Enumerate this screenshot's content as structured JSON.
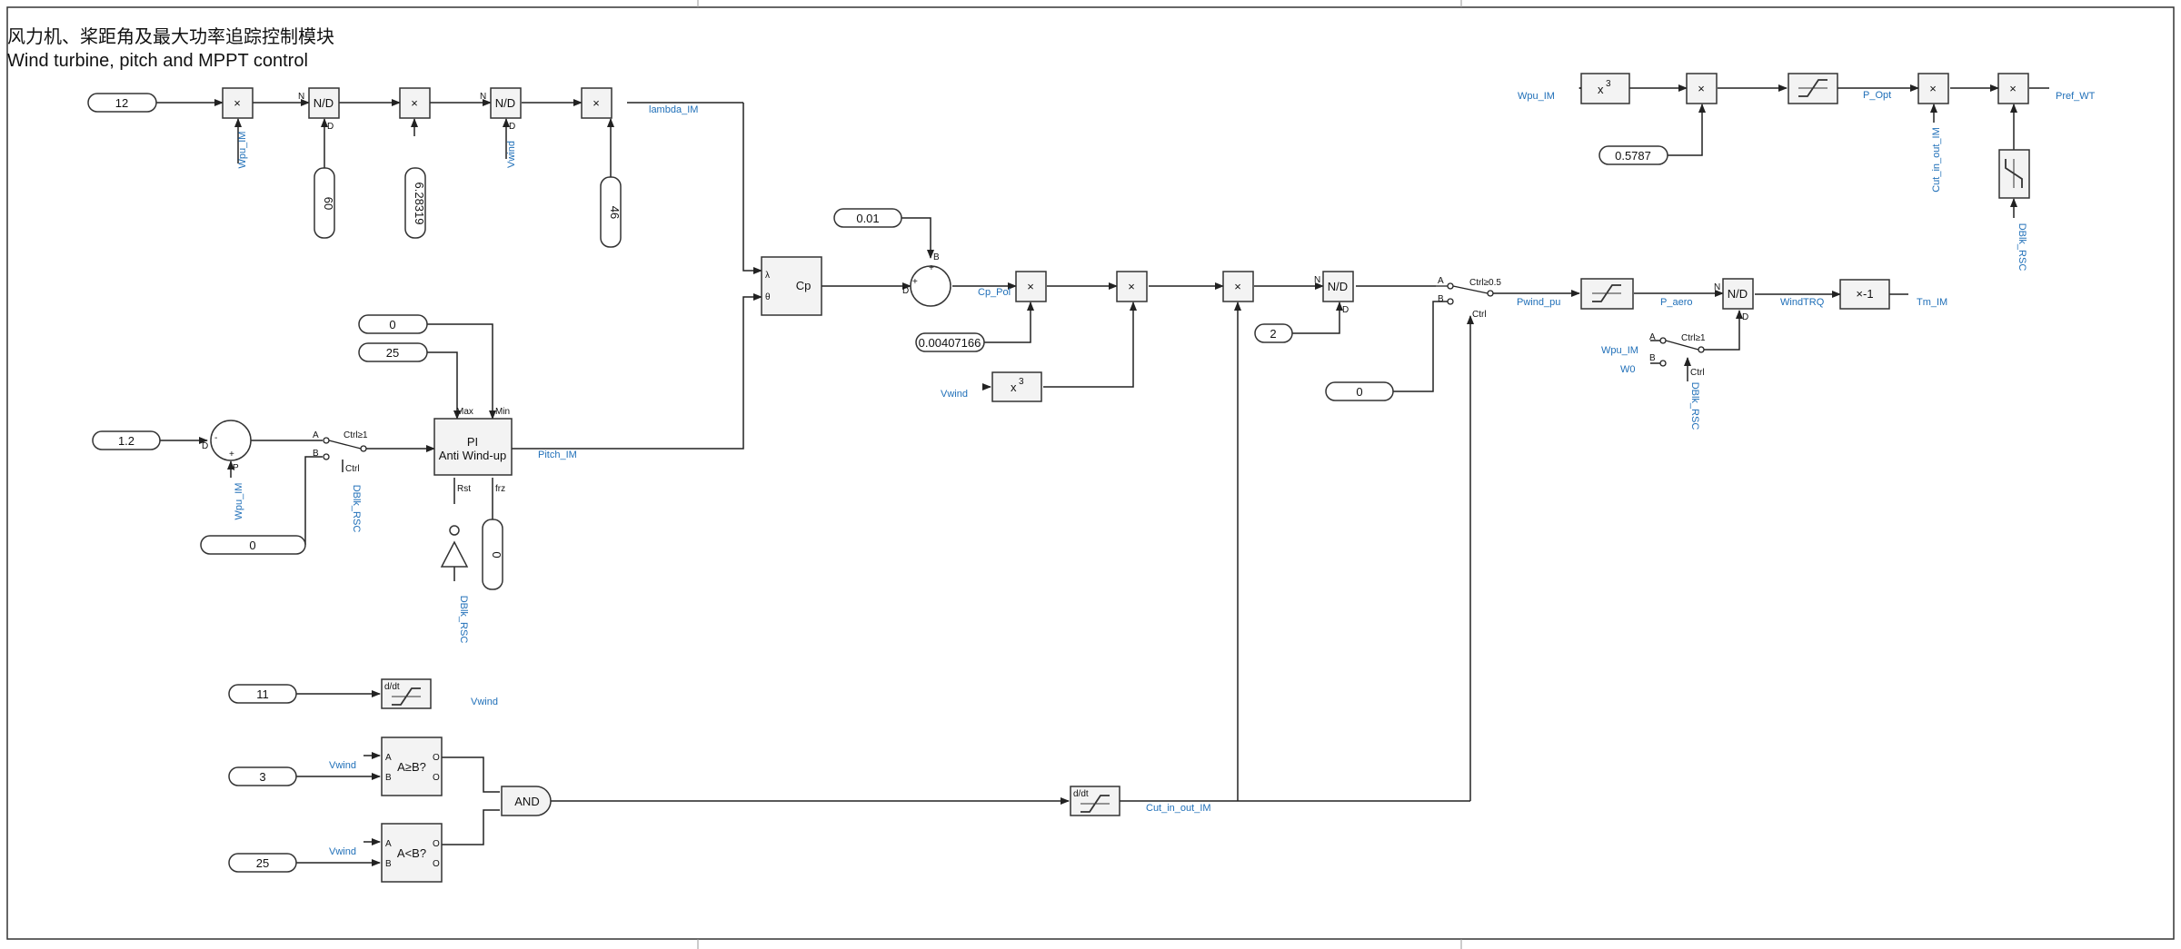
{
  "title": {
    "zh": "风力机、桨距角及最大功率追踪控制模块",
    "en": "Wind turbine, pitch and MPPT control"
  },
  "constants": {
    "c12": "12",
    "c60": "60",
    "c628": "6.28319",
    "c46": "46",
    "c001": "0.01",
    "c0004": "0.00407166",
    "c2": "2",
    "c0a": "0",
    "c0_max": "0",
    "c25_max": "25",
    "c12b": "1.2",
    "c0b": "0",
    "c0frz": "0",
    "c11": "11",
    "c3": "3",
    "c25b": "25",
    "c05787": "0.5787"
  },
  "blocks": {
    "mult": "×",
    "nd": "N/D",
    "cp": "Cp",
    "lambda": "λ",
    "theta": "θ",
    "pi1": "PI",
    "pi2": "Anti Wind-up",
    "ageb": "A≥B?",
    "altb": "A<B?",
    "and": "AND",
    "neg1": "×-1",
    "x3": "x",
    "x3sup": "3",
    "ddt": "d/dt"
  },
  "ports": {
    "N": "N",
    "D": "D",
    "A": "A",
    "B": "B",
    "O": "O",
    "Max": "Max",
    "Min": "Min",
    "Rst": "Rst",
    "frz": "frz",
    "P": "P",
    "Ctrl": "Ctrl",
    "ctrl1": "Ctrl≥1",
    "ctrl05": "Ctrl≥0.5",
    "plus": "+",
    "minus": "-"
  },
  "signals": {
    "wpu_im": "Wpu_IM",
    "vwind": "Vwind",
    "lambda_im": "lambda_IM",
    "pitch_im": "Pitch_IM",
    "dblk_rsc": "DBlk_RSC",
    "cp_pol": "Cp_Pol",
    "pwind_pu": "Pwind_pu",
    "p_aero": "P_aero",
    "windtrq": "WindTRQ",
    "tm_im": "Tm_IM",
    "w0": "W0",
    "cut_in_out": "Cut_in_out_IM",
    "p_opt": "P_Opt",
    "pref_wt": "Pref_WT"
  }
}
